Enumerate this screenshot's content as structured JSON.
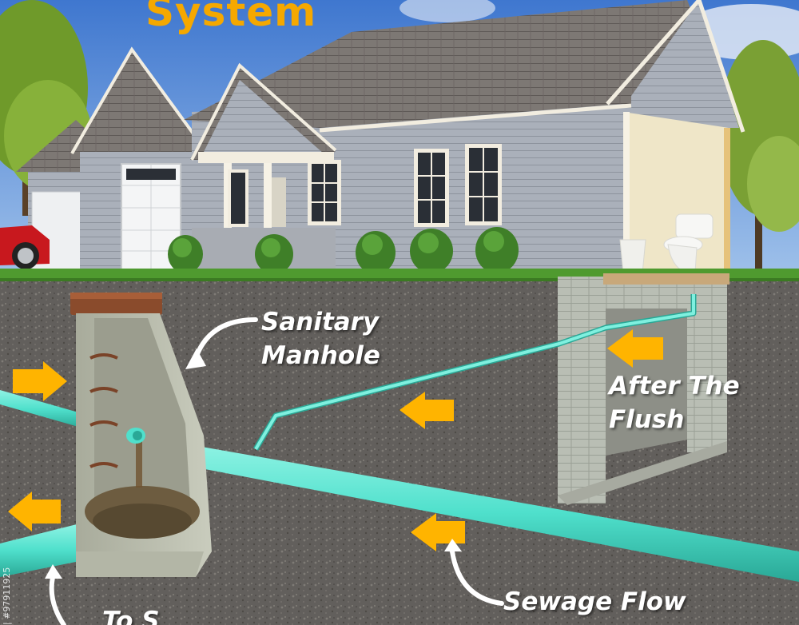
{
  "title": "System",
  "labels": {
    "manhole_line1": "Sanitary",
    "manhole_line2": "Manhole",
    "flush_line1": "After The",
    "flush_line2": "Flush",
    "sewage_flow": "Sewage Flow",
    "cut_off_label": "To S"
  },
  "watermark": "| #97911925",
  "colors": {
    "title": "#f5a800",
    "pipe": "#4fe0cc",
    "arrow": "#ffb400",
    "text": "#ffffff",
    "sky": "#5a8fd8",
    "soil": "#6d6a66",
    "grass": "#4f9a2f",
    "siding": "#a9aeb8",
    "roof": "#7b7672"
  },
  "icons": [
    "arrow-icon",
    "curved-pointer-icon",
    "toilet-icon",
    "car-icon",
    "shrub-icon",
    "tree-icon"
  ]
}
